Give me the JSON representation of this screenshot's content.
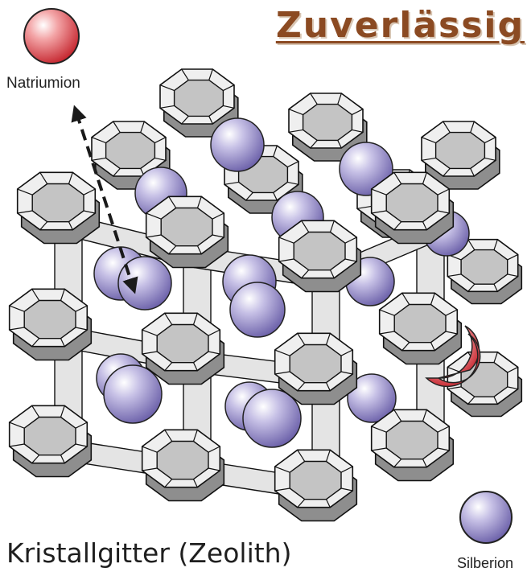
{
  "heading": {
    "text": "Zuverlässig",
    "color": "#8b4a22"
  },
  "labels": {
    "sodium_ion": "Natriumion",
    "silver_ion": "Silberion",
    "caption": "Kristallgitter (Zeolith)"
  },
  "colors": {
    "sodium_ion": "#d8353c",
    "silver_ion": "#8f86c4",
    "lattice_light": "#efefef",
    "lattice_mid": "#c4c4c4",
    "lattice_dark": "#8e8e8e"
  },
  "icons": {
    "sodium_ion": "red-sphere-icon",
    "silver_ion": "purple-sphere-icon",
    "migration_arrow": "dashed-double-arrow-icon"
  }
}
